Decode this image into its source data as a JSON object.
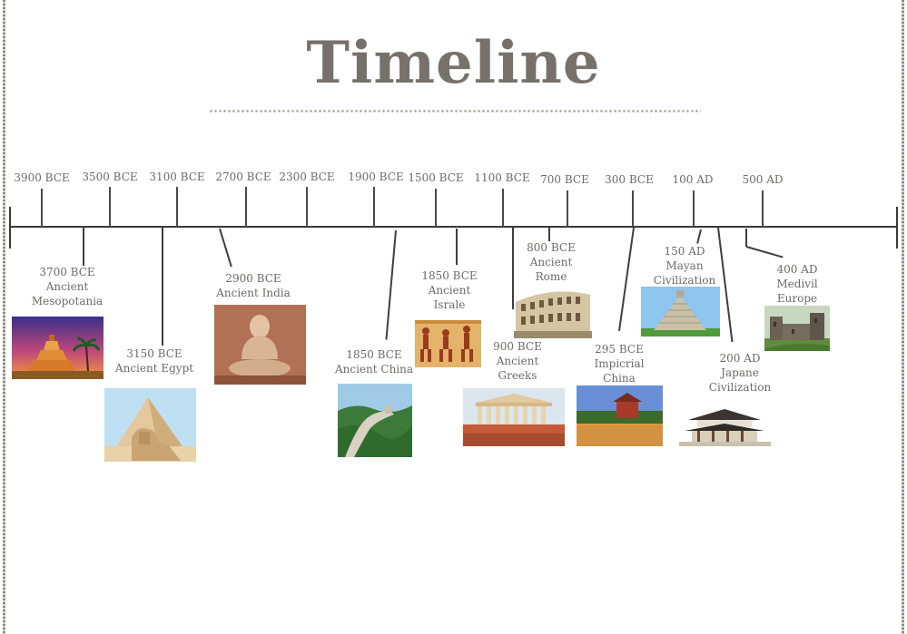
{
  "title": "Timeline",
  "axis_ticks": [
    "3900 BCE",
    "3500 BCE",
    "3100 BCE",
    "2700 BCE",
    "2300 BCE",
    "1900 BCE",
    "1500 BCE",
    "1100 BCE",
    "700 BCE",
    "300 BCE",
    "100 AD",
    "500 AD"
  ],
  "events": [
    {
      "date": "3700 BCE",
      "lines": [
        "Ancient",
        "Mesopotania"
      ],
      "picture": "ziggurat"
    },
    {
      "date": "3150 BCE",
      "lines": [
        "Ancient Egypt"
      ],
      "picture": "pyramid-sphinx"
    },
    {
      "date": "2900 BCE",
      "lines": [
        "Ancient India"
      ],
      "picture": "buddha-statue"
    },
    {
      "date": "1850 BCE",
      "lines": [
        "Ancient China"
      ],
      "picture": "great-wall"
    },
    {
      "date": "1850 BCE",
      "lines": [
        "Ancient",
        "Israle"
      ],
      "picture": "egyptian-mural"
    },
    {
      "date": "900 BCE",
      "lines": [
        "Ancient",
        "Greeks"
      ],
      "picture": "parthenon"
    },
    {
      "date": "800 BCE",
      "lines": [
        "Ancient",
        "Rome"
      ],
      "picture": "colosseum"
    },
    {
      "date": "295 BCE",
      "lines": [
        "Impicrial",
        "China"
      ],
      "picture": "forbidden-city"
    },
    {
      "date": "150 AD",
      "lines": [
        "Mayan",
        "Civilization"
      ],
      "picture": "mayan-pyramid"
    },
    {
      "date": "200 AD",
      "lines": [
        "Japane",
        "Civilization"
      ],
      "picture": "japanese-temple"
    },
    {
      "date": "400 AD",
      "lines": [
        "Medivil",
        "Europe"
      ],
      "picture": "castle"
    }
  ],
  "colors": {
    "axis": "#3a3a3a",
    "text": "#6e6a64",
    "title": "#76716b"
  }
}
